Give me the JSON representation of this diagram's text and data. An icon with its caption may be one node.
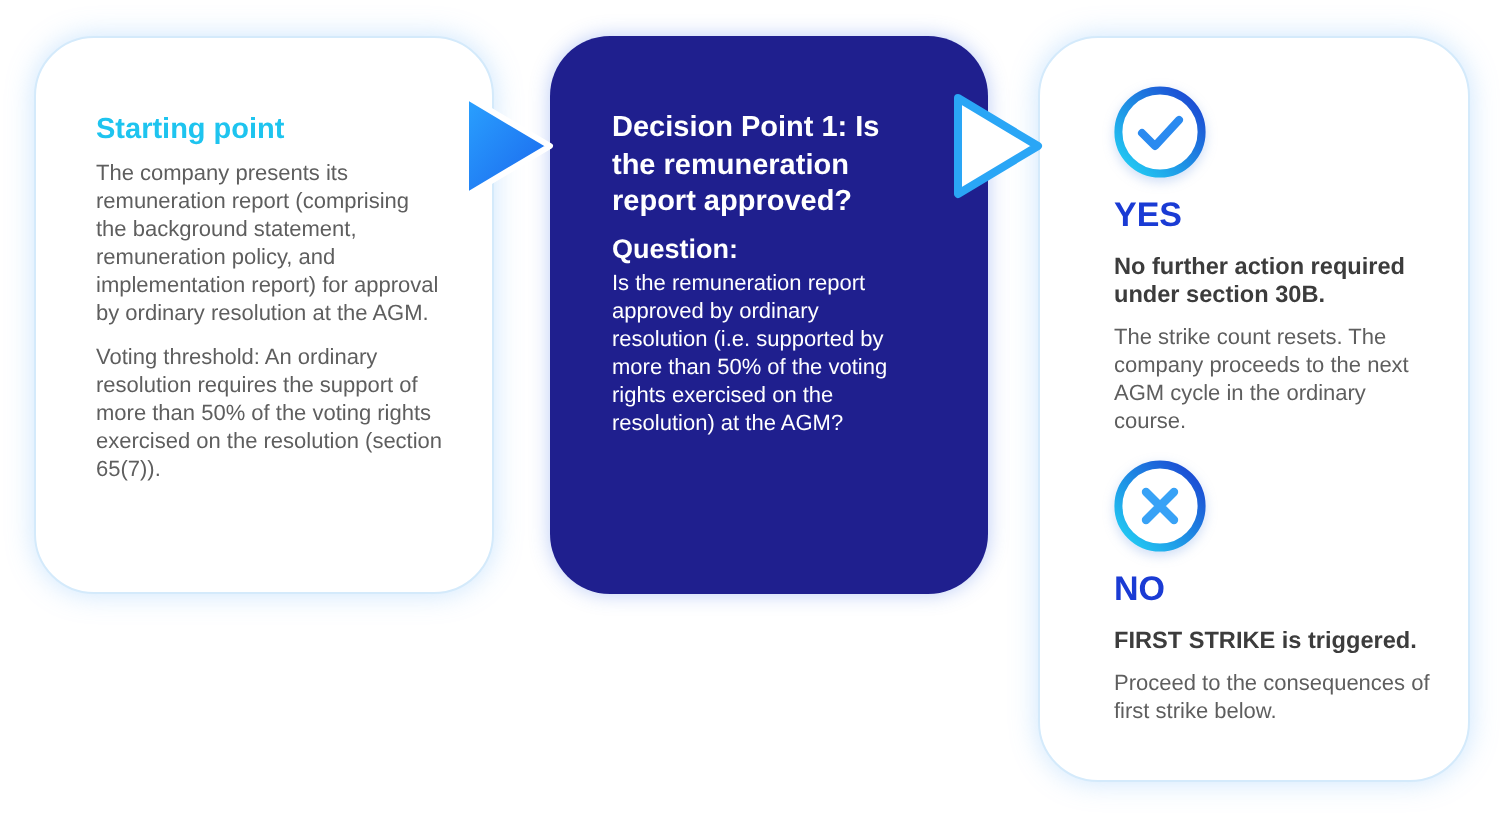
{
  "diagram": {
    "nodes": [
      {
        "text": [
          "Starting point",
          "The company presents its remuneration report (comprising the background statement, remuneration policy, and implementation report) for approval by ordinary resolution at the AGM.",
          "Voting threshold: An ordinary resolution requires the support of more than 50% of the voting rights exercised on the resolution (section 65(7))."
        ]
      },
      {
        "text": [
          "Decision Point 1: Is the remuneration report approved?",
          "Question:",
          "Is the remuneration report approved by ordinary resolution (i.e. supported by more than 50% of the voting rights exercised on the resolution) at the AGM?"
        ]
      },
      {
        "text": [
          "YES",
          "No further action required under section 30B.",
          "The strike count resets. The company proceeds to the next AGM cycle in the ordinary course.",
          "NO",
          "FIRST STRIKE is triggered.",
          "Proceed to the consequences of first strike below."
        ]
      }
    ],
    "edges": [
      {
        "from": 0,
        "to": 1,
        "arrow": "to"
      },
      {
        "from": 1,
        "to": 2,
        "arrow": "to"
      }
    ]
  }
}
